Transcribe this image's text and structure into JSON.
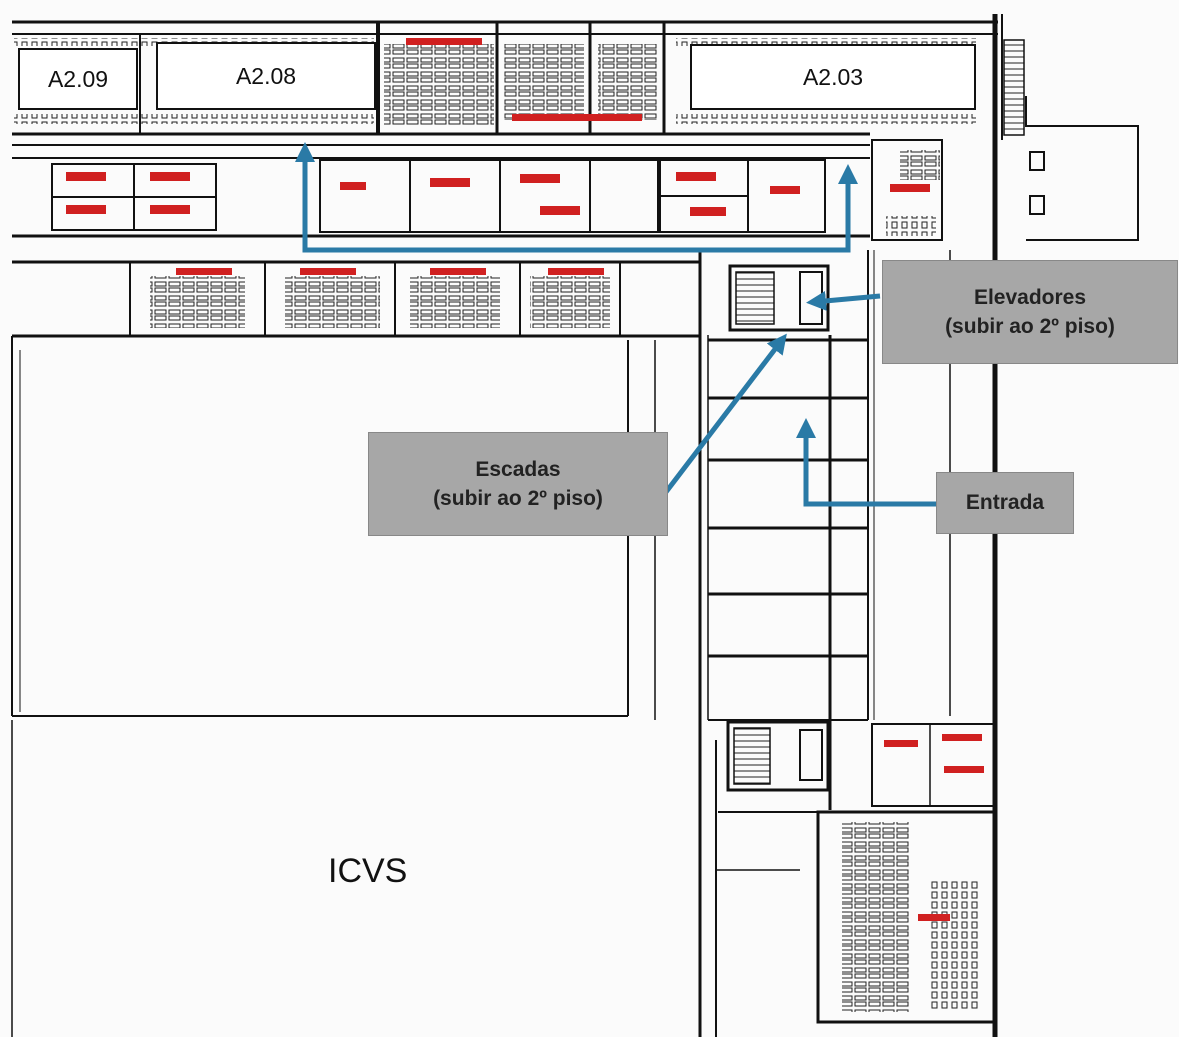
{
  "map": {
    "rooms": [
      "A2.09",
      "A2.08",
      "A2.03"
    ],
    "building": "ICVS",
    "callouts": {
      "elevadores": {
        "title": "Elevadores",
        "subtitle": "(subir ao 2º piso)"
      },
      "escadas": {
        "title": "Escadas",
        "subtitle": "(subir ao 2º piso)"
      },
      "entrada": {
        "title": "Entrada"
      }
    },
    "colors": {
      "route_arrow": "#2a7aa6",
      "callout_fill": "#a7a7a7",
      "wall": "#111111",
      "room_tag": "#d02020"
    }
  }
}
